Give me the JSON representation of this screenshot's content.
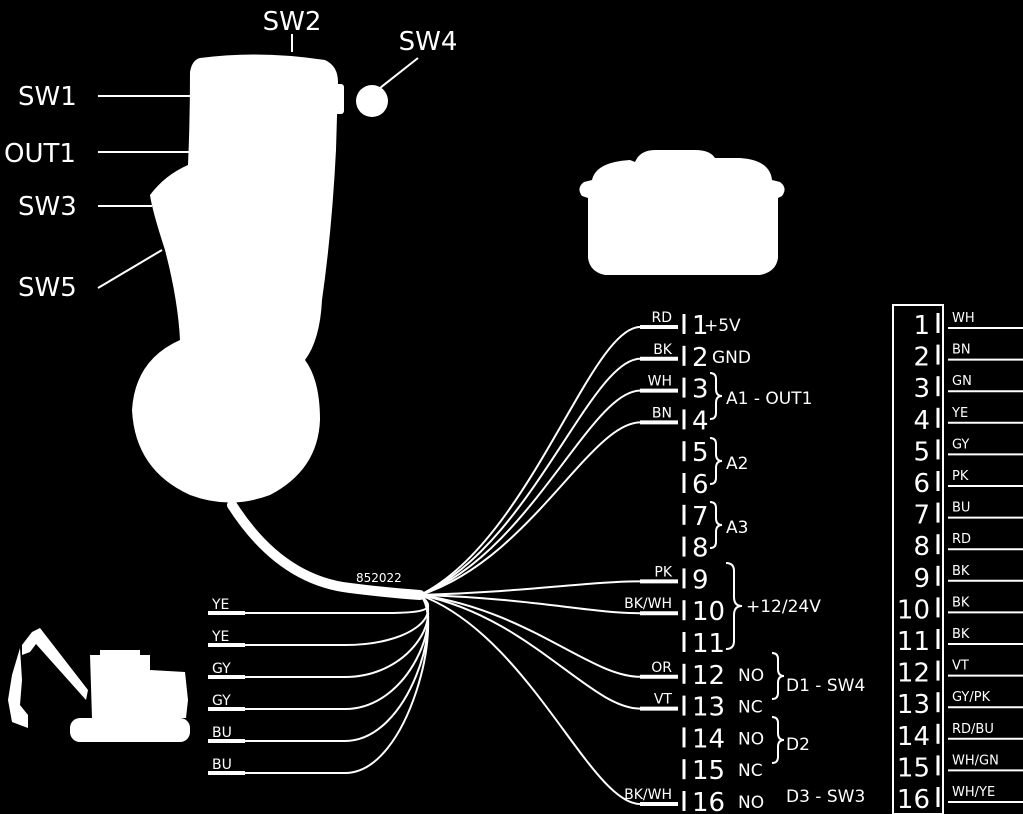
{
  "handle": {
    "model": "852022",
    "switch_labels": [
      "SW2",
      "SW4",
      "SW1",
      "OUT1",
      "SW3",
      "SW5"
    ]
  },
  "connector_pins": [
    {
      "pin": "1",
      "color": "RD",
      "function": "+5V"
    },
    {
      "pin": "2",
      "color": "BK",
      "function": "GND"
    },
    {
      "pin": "3",
      "color": "WH",
      "function": ""
    },
    {
      "pin": "4",
      "color": "BN",
      "function": ""
    },
    {
      "pin": "5",
      "color": "",
      "function": ""
    },
    {
      "pin": "6",
      "color": "",
      "function": ""
    },
    {
      "pin": "7",
      "color": "",
      "function": ""
    },
    {
      "pin": "8",
      "color": "",
      "function": ""
    },
    {
      "pin": "9",
      "color": "PK",
      "function": ""
    },
    {
      "pin": "10",
      "color": "BK/WH",
      "function": ""
    },
    {
      "pin": "11",
      "color": "",
      "function": ""
    },
    {
      "pin": "12",
      "color": "OR",
      "function": "NO"
    },
    {
      "pin": "13",
      "color": "VT",
      "function": "NC"
    },
    {
      "pin": "14",
      "color": "",
      "function": "NO"
    },
    {
      "pin": "15",
      "color": "",
      "function": "NC"
    },
    {
      "pin": "16",
      "color": "BK/WH",
      "function": "NO"
    }
  ],
  "groups": {
    "a1": "A1 - OUT1",
    "a2": "A2",
    "a3": "A3",
    "power": "+12/24V",
    "d1": "D1 - SW4",
    "d2": "D2",
    "d3": "D3 - SW3"
  },
  "left_wires": [
    "YE",
    "YE",
    "GY",
    "GY",
    "BU",
    "BU"
  ],
  "terminal_block": [
    {
      "pin": "1",
      "color": "WH"
    },
    {
      "pin": "2",
      "color": "BN"
    },
    {
      "pin": "3",
      "color": "GN"
    },
    {
      "pin": "4",
      "color": "YE"
    },
    {
      "pin": "5",
      "color": "GY"
    },
    {
      "pin": "6",
      "color": "PK"
    },
    {
      "pin": "7",
      "color": "BU"
    },
    {
      "pin": "8",
      "color": "RD"
    },
    {
      "pin": "9",
      "color": "BK"
    },
    {
      "pin": "10",
      "color": "BK"
    },
    {
      "pin": "11",
      "color": "BK"
    },
    {
      "pin": "12",
      "color": "VT"
    },
    {
      "pin": "13",
      "color": "GY/PK"
    },
    {
      "pin": "14",
      "color": "RD/BU"
    },
    {
      "pin": "15",
      "color": "WH/GN"
    },
    {
      "pin": "16",
      "color": "WH/YE"
    }
  ]
}
